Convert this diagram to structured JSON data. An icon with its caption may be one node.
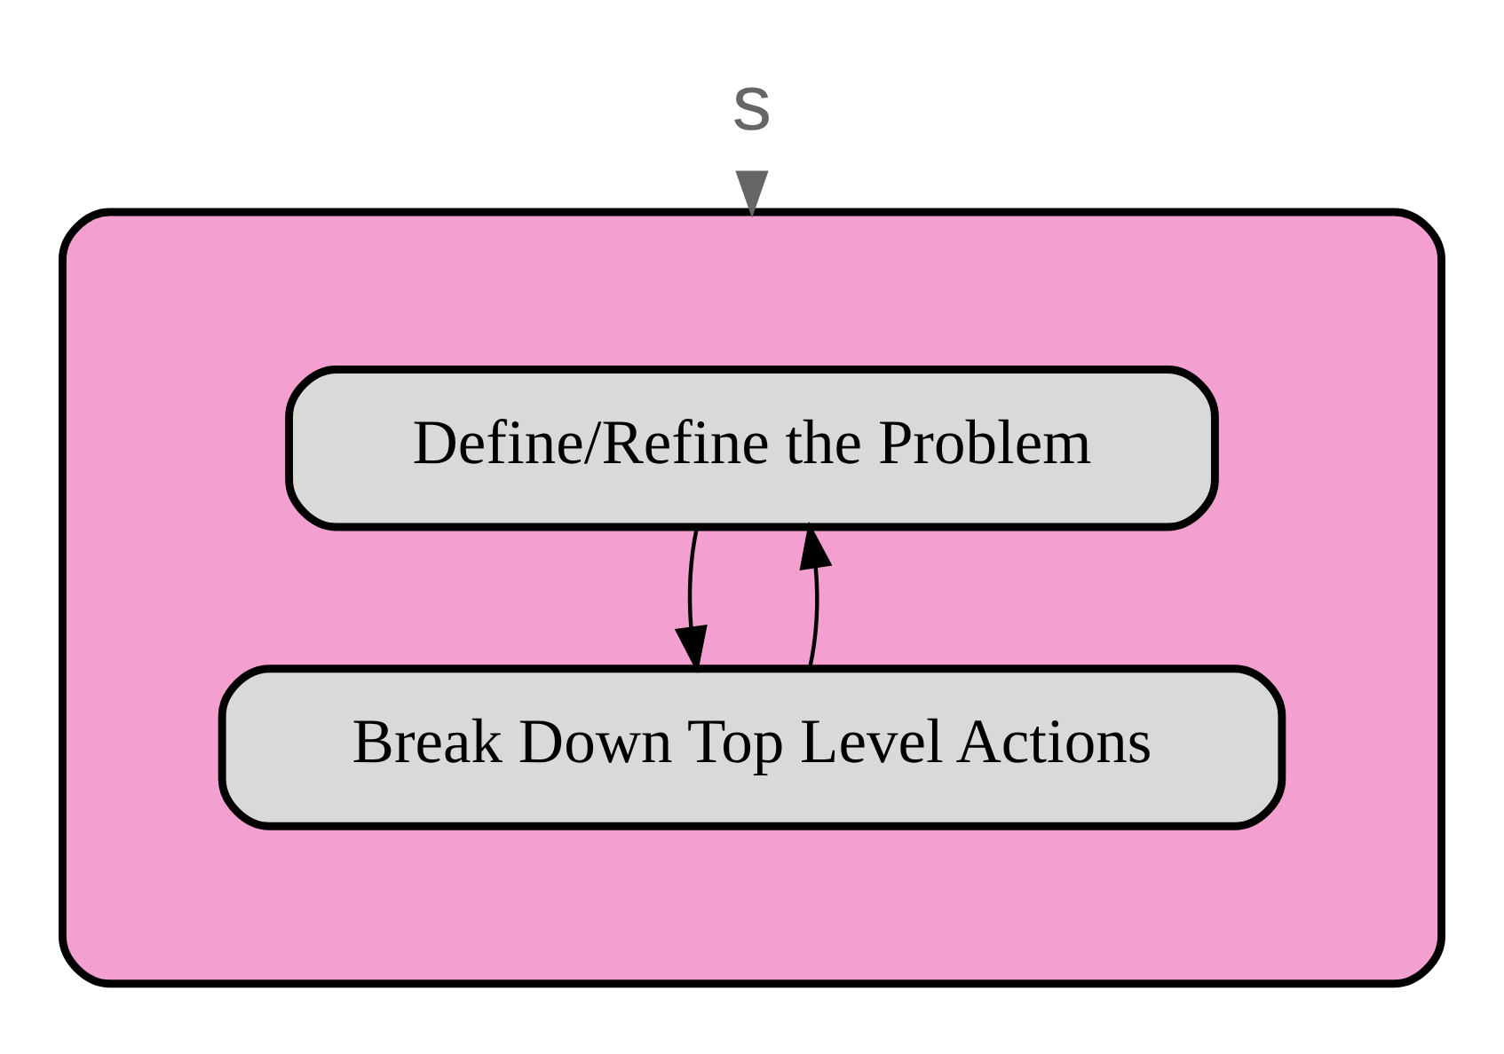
{
  "diagram": {
    "nodes": [
      {
        "text": [
          "s"
        ]
      },
      {
        "text": [],
        "shape": "ellipse"
      },
      {
        "text": [
          "Define/Refine the Problem"
        ],
        "in": 1
      },
      {
        "text": [
          "Break Down Top Level Actions"
        ],
        "in": 1
      }
    ],
    "edges": [
      {
        "from": 0,
        "to": 1,
        "arrow": "to",
        "color": "#666666"
      },
      {
        "from": 2,
        "to": 3,
        "arrow": "to"
      },
      {
        "from": 3,
        "to": 2,
        "arrow": "to"
      }
    ]
  }
}
